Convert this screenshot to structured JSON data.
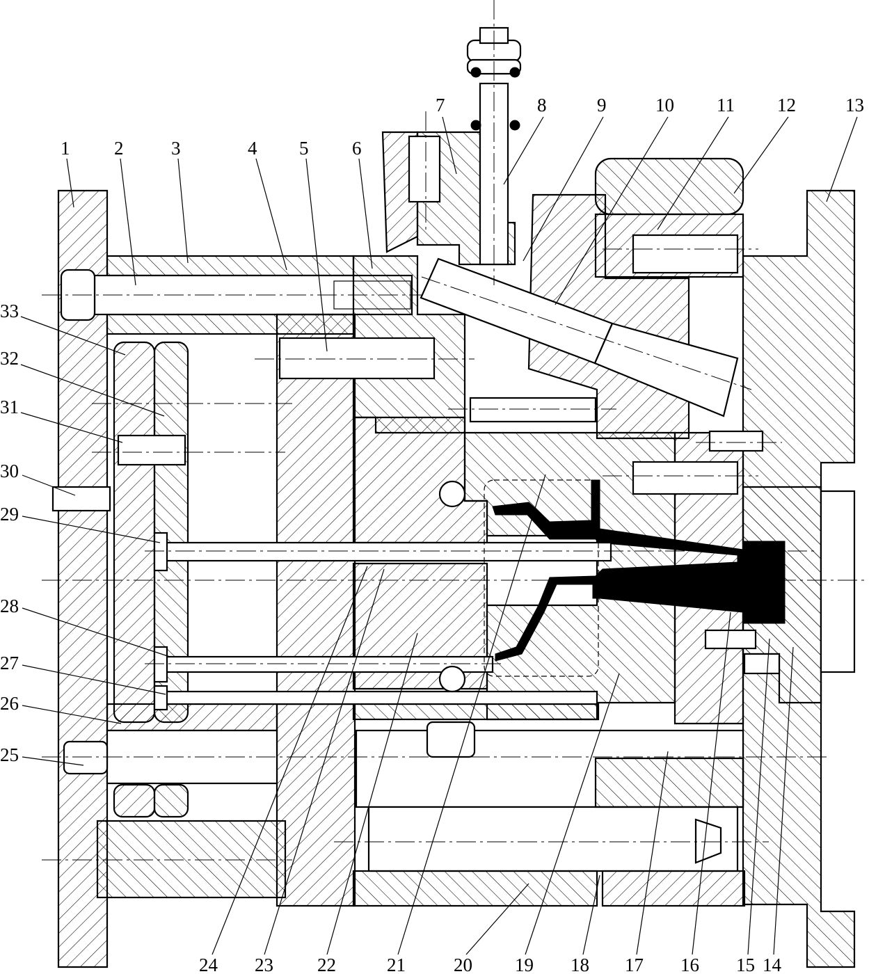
{
  "labels": {
    "top": [
      "1",
      "2",
      "3",
      "4",
      "5",
      "6",
      "7",
      "8",
      "9",
      "10",
      "11",
      "12",
      "13"
    ],
    "left": [
      "33",
      "32",
      "31",
      "30",
      "29",
      "28",
      "27",
      "26",
      "25"
    ],
    "bottom": [
      "24",
      "23",
      "22",
      "21",
      "20",
      "19",
      "18",
      "17",
      "16",
      "15",
      "14"
    ]
  }
}
